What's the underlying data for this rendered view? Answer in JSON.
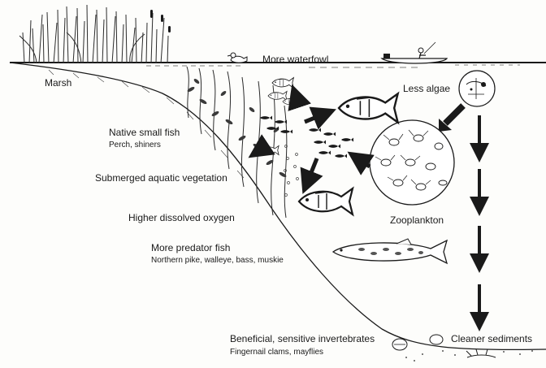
{
  "labels": {
    "more_waterfowl": "More waterfowl",
    "marsh": "Marsh",
    "less_algae": "Less algae",
    "native_small_fish": "Native small fish",
    "perch_shiners": "Perch, shiners",
    "submerged_vegetation": "Submerged aquatic vegetation",
    "higher_oxygen": "Higher dissolved oxygen",
    "zooplankton": "Zooplankton",
    "more_predator_fish": "More predator fish",
    "predator_species": "Northern pike, walleye, bass, muskie",
    "invertebrates": "Beneficial, sensitive invertebrates",
    "invertebrate_species": "Fingernail clams, mayflies",
    "cleaner_sediments": "Cleaner sediments"
  },
  "colors": {
    "ink": "#1a1a1a",
    "vegetation": "#2b2b2b",
    "background": "#fdfdfb"
  },
  "icons": [
    "marsh-reeds",
    "duck-icon",
    "boat-fisher-icon",
    "fish-icon",
    "pike-icon",
    "zooplankton-circle",
    "algae-circle",
    "clam-icon",
    "down-arrow-icon"
  ]
}
